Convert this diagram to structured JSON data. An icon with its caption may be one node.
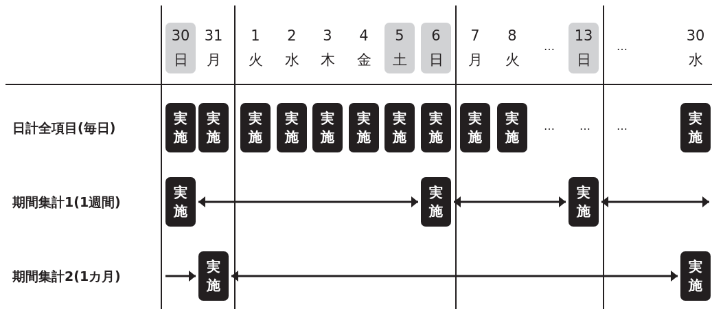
{
  "diagram": {
    "nodes": [
      {
        "text": [
          "30",
          "日"
        ]
      },
      {
        "text": [
          "5",
          "土"
        ]
      },
      {
        "text": [
          "6",
          "日"
        ]
      },
      {
        "text": [
          "13",
          "日"
        ]
      },
      {
        "text": [
          "実施"
        ]
      },
      {
        "text": [
          "実施"
        ]
      },
      {
        "text": [
          "実施"
        ]
      },
      {
        "text": [
          "実施"
        ]
      },
      {
        "text": [
          "実施"
        ]
      },
      {
        "text": [
          "実施"
        ]
      },
      {
        "text": [
          "実施"
        ]
      },
      {
        "text": [
          "実施"
        ]
      },
      {
        "text": [
          "実施"
        ]
      },
      {
        "text": [
          "実施"
        ]
      },
      {
        "text": [
          "実施"
        ]
      },
      {
        "text": [
          "実施"
        ]
      },
      {
        "text": [
          "実施"
        ]
      },
      {
        "text": [
          "実施"
        ]
      },
      {
        "text": [
          "実施"
        ]
      },
      {
        "text": [
          "実施"
        ]
      }
    ],
    "edges": [
      {
        "from": 15,
        "to": 16,
        "arrow": "both"
      },
      {
        "from": 16,
        "to": 17,
        "arrow": "both"
      },
      {
        "from": 17,
        "to": null,
        "arrow": "both"
      },
      {
        "from": null,
        "to": 18,
        "arrow": "to"
      },
      {
        "from": 18,
        "to": 19,
        "arrow": "both"
      }
    ],
    "labels": [
      "31",
      "月",
      "1",
      "火",
      "2",
      "水",
      "3",
      "木",
      "4",
      "金",
      "7",
      "月",
      "8",
      "火",
      "…",
      "…",
      "30",
      "水",
      "日計全項目(毎日)",
      "…",
      "…",
      "…",
      "期間集計1(1週間)",
      "期間集計2(1カ月)"
    ]
  }
}
